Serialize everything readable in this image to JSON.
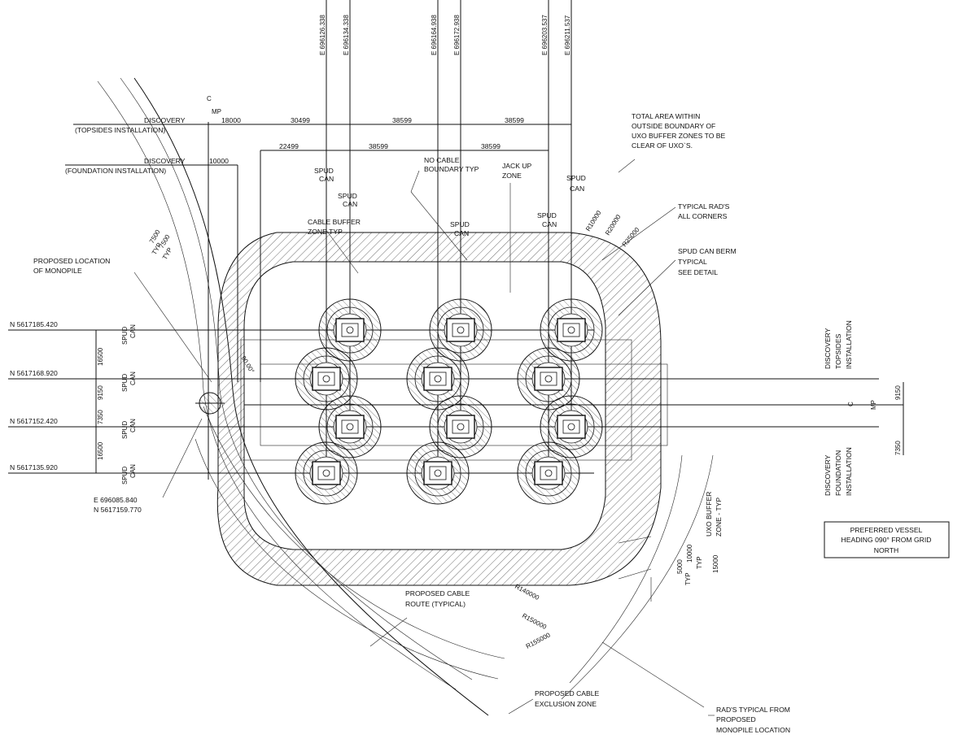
{
  "eastings": [
    "E 696126.338",
    "E 696134.338",
    "E 696164.938",
    "E 696172.938",
    "E 696203.537",
    "E 696211.537"
  ],
  "northings": [
    "N 5617185.420",
    "N 5617168.920",
    "N 5617152.420",
    "N 5617135.920"
  ],
  "spud_can_side": [
    "SPUD",
    "CAN"
  ],
  "dims": {
    "discovery_topsides": "DISCOVERY",
    "topsides_installation": "(TOPSIDES INSTALLATION)",
    "discovery_foundation": "DISCOVERY",
    "foundation_installation": "(FOUNDATION INSTALLATION)",
    "d18000": "18000",
    "d10000": "10000",
    "d30499": "30499",
    "d38599a": "38599",
    "d38599b": "38599",
    "d22499": "22499",
    "d38599c": "38599",
    "d38599d": "38599",
    "v16500a": "16500",
    "v9150": "9150",
    "v7350": "7350",
    "v16500b": "16500",
    "r9150": "9150",
    "r7350": "7350",
    "t7500a": "7500",
    "t7500b": "7500",
    "typ_a": "TYP",
    "typ_b": "TYP",
    "angle": "90.00°",
    "b5000": "5000",
    "b10000": "10000",
    "typ_c": "TYP",
    "typ_d": "TYP",
    "b15000": "15000",
    "r10000": "R10000",
    "r20000": "R20000",
    "r25000": "R25000",
    "r140000": "R140000",
    "r150000": "R150000",
    "r155000": "R155000"
  },
  "centerline": {
    "cl": "C",
    "mp": "MP"
  },
  "labels": {
    "spud_can_1": [
      "SPUD",
      "CAN"
    ],
    "spud_can_2": [
      "SPUD",
      "CAN"
    ],
    "spud_can_3": [
      "SPUD",
      "CAN"
    ],
    "spud_can_4": [
      "SPUD",
      "CAN"
    ],
    "spud_can_5": [
      "SPUD",
      "CAN"
    ],
    "no_cable": [
      "NO CABLE",
      "BOUNDARY TYP"
    ],
    "jack_up": [
      "JACK UP",
      "ZONE"
    ],
    "cable_buffer": [
      "CABLE BUFFER",
      "ZONE TYP"
    ],
    "proposed_monopile": [
      "PROPOSED LOCATION",
      "OF MONOPILE"
    ],
    "total_area": [
      "TOTAL AREA WITHIN",
      "OUTSIDE BOUNDARY OF",
      "UXO BUFFER ZONES TO BE",
      "CLEAR OF UXO`S."
    ],
    "typical_rads": [
      "TYPICAL RAD'S",
      "ALL CORNERS"
    ],
    "spud_berm": [
      "SPUD CAN BERM",
      "TYPICAL",
      "SEE DETAIL"
    ],
    "disc_topsides_r": [
      "DISCOVERY",
      "TOPSIDES",
      "INSTALLATION"
    ],
    "disc_found_r": [
      "DISCOVERY",
      "FOUNDATION",
      "INSTALLATION"
    ],
    "uxo_buffer": [
      "UXO BUFFER",
      "ZONE - TYP"
    ],
    "monopile_coord": [
      "E 696085.840",
      "N 5617159.770"
    ],
    "cable_route": [
      "PROPOSED CABLE",
      "ROUTE (TYPICAL)"
    ],
    "exclusion": [
      "PROPOSED CABLE",
      "EXCLUSION ZONE"
    ],
    "rads_from": [
      "RAD'S TYPICAL FROM",
      "PROPOSED",
      "MONOPILE LOCATION"
    ]
  },
  "preferred_heading": [
    "PREFERRED VESSEL",
    "HEADING 090° FROM GRID",
    "NORTH"
  ]
}
